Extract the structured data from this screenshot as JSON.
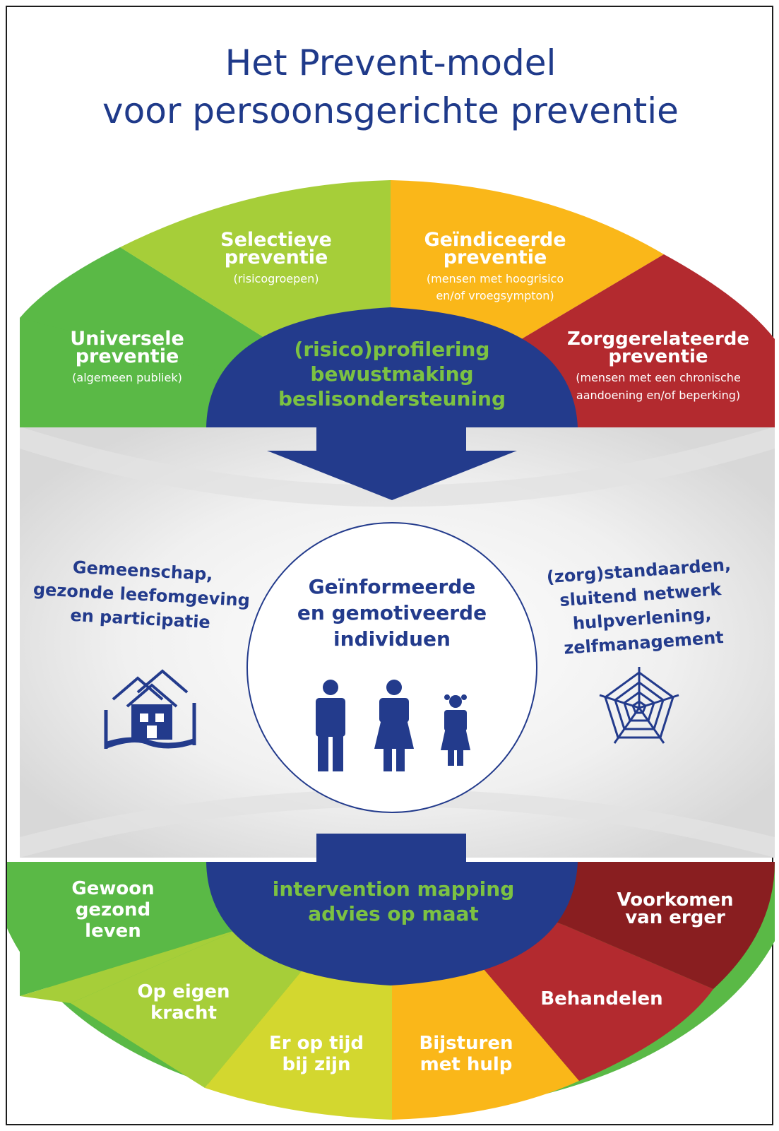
{
  "title": {
    "line1": "Het Prevent-model",
    "line2": "voor persoonsgerichte preventie"
  },
  "top_segments": [
    {
      "title1": "Universele",
      "title2": "preventie",
      "sub1": "(algemeen publiek)",
      "sub2": ""
    },
    {
      "title1": "Selectieve",
      "title2": "preventie",
      "sub1": "(risicogroepen)",
      "sub2": ""
    },
    {
      "title1": "Geïndiceerde",
      "title2": "preventie",
      "sub1": "(mensen met hoogrisico",
      "sub2": "en/of vroegsympton)"
    },
    {
      "title1": "Zorggerelateerde",
      "title2": "preventie",
      "sub1": "(mensen met een chronische",
      "sub2": "aandoening en/of beperking)"
    }
  ],
  "top_center": {
    "line1": "(risico)profilering",
    "line2": "bewustmaking",
    "line3": "beslisondersteuning"
  },
  "left_text": {
    "line1": "Gemeenschap,",
    "line2": "gezonde leefomgeving",
    "line3": "en participatie"
  },
  "right_text": {
    "line1": "(zorg)standaarden,",
    "line2": "sluitend netwerk",
    "line3": "hulpverlening,",
    "line4": "zelfmanagement"
  },
  "circle_text": {
    "line1": "Geïnformeerde",
    "line2": "en gemotiveerde",
    "line3": "individuen"
  },
  "bottom_center": {
    "line1": "intervention mapping",
    "line2": "advies op maat"
  },
  "bottom_segments": [
    {
      "line1": "Gewoon",
      "line2": "gezond",
      "line3": "leven"
    },
    {
      "line1": "Op eigen",
      "line2": "kracht",
      "line3": ""
    },
    {
      "line1": "Er op tijd",
      "line2": "bij zijn",
      "line3": ""
    },
    {
      "line1": "Bijsturen",
      "line2": "met hulp",
      "line3": ""
    },
    {
      "line1": "Behandelen",
      "line2": "",
      "line3": ""
    },
    {
      "line1": "Voorkomen",
      "line2": "van erger",
      "line3": ""
    }
  ],
  "icons": [
    "houses-icon",
    "spider-web-icon",
    "man-icon",
    "woman-icon",
    "child-icon"
  ],
  "colors": {
    "navy": "#233b8c",
    "title_blue": "#1f3a8a",
    "green": "#5ab946",
    "light_green": "#a6ce39",
    "yellow_green": "#d3d72f",
    "orange": "#fab719",
    "red": "#b32a2f",
    "dark_red": "#891e20",
    "center_text_green": "#7cc242",
    "band_gray": "#e6e6e6"
  }
}
